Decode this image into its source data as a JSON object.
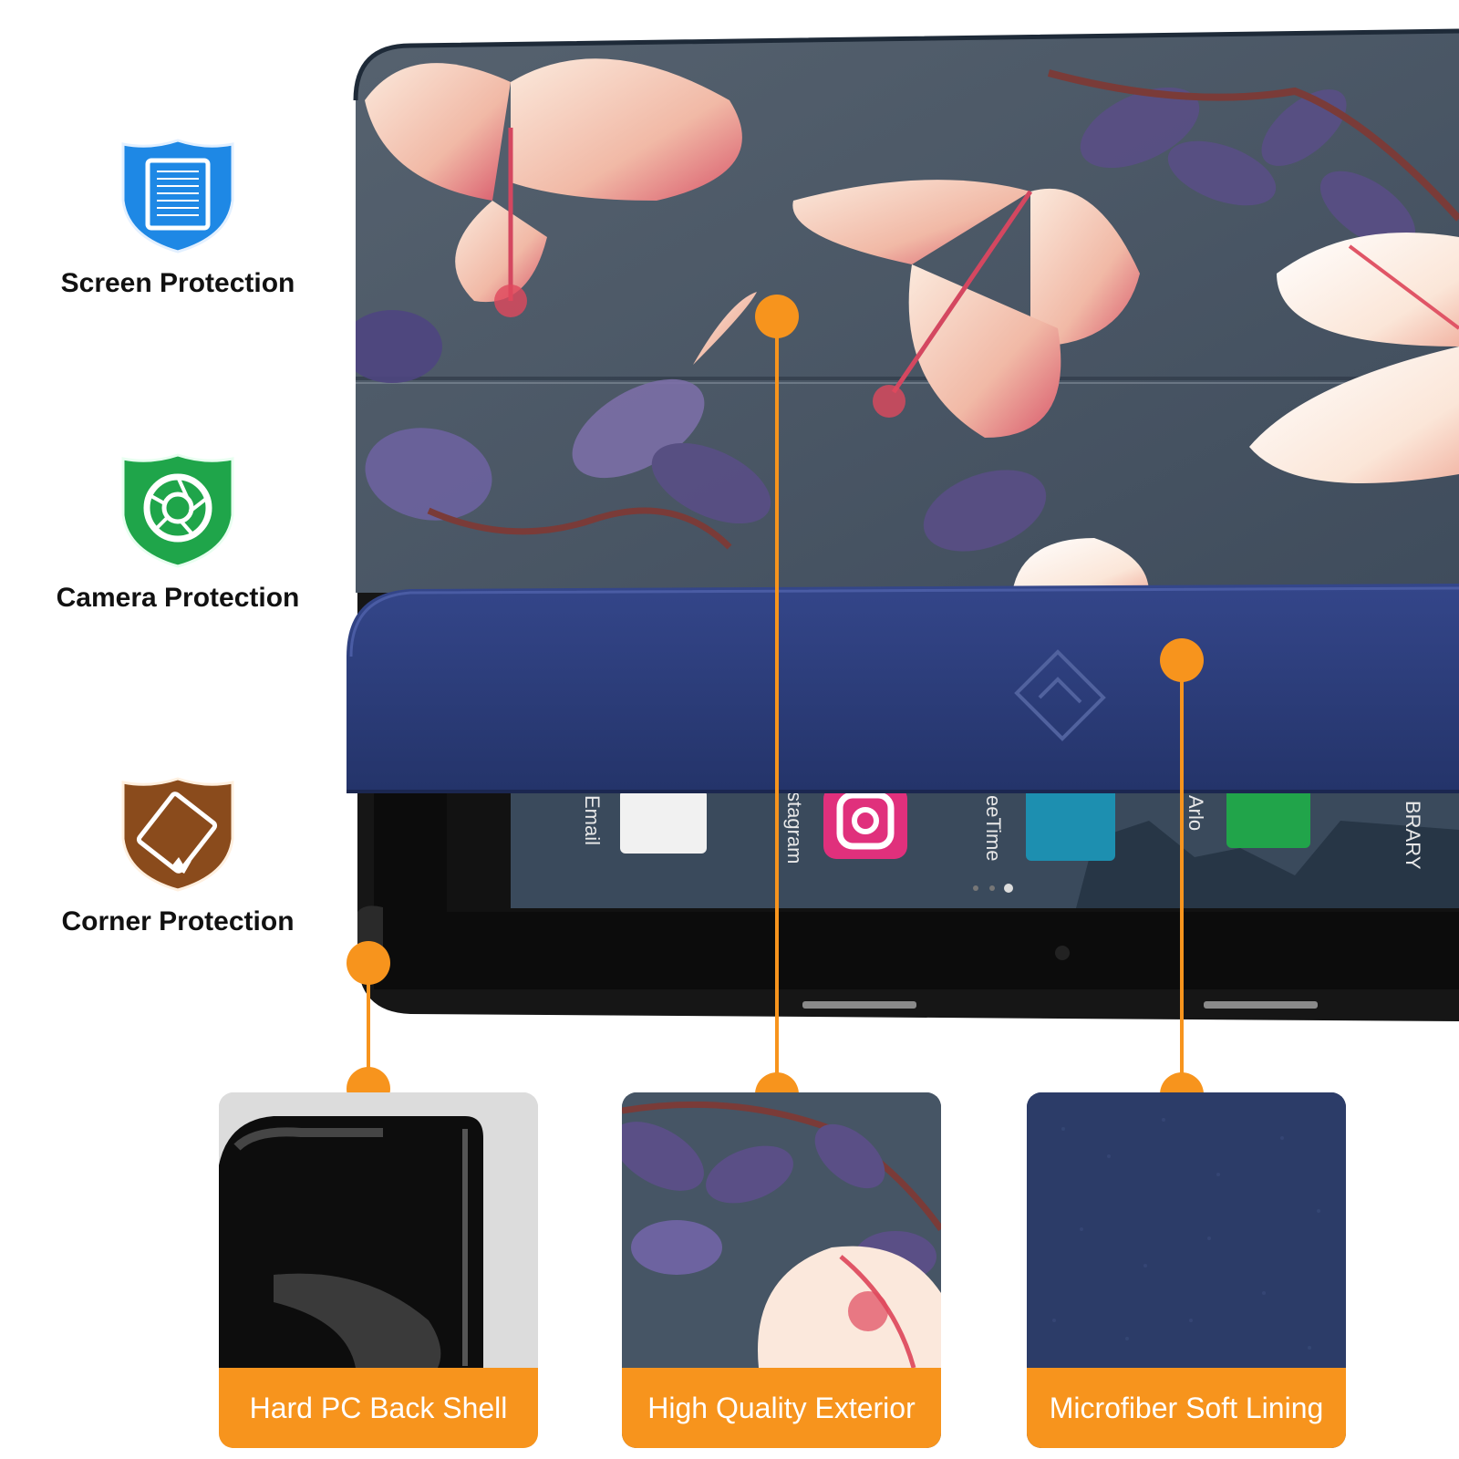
{
  "features": [
    {
      "label": "Screen Protection",
      "icon": "screen-shield-icon",
      "color": "#1e88e5"
    },
    {
      "label": "Camera Protection",
      "icon": "camera-shield-icon",
      "color": "#1fa54a"
    },
    {
      "label": "Corner Protection",
      "icon": "corner-shield-icon",
      "color": "#8a4b1c"
    }
  ],
  "cards": [
    {
      "caption": "Hard PC Back Shell"
    },
    {
      "caption": "High Quality Exterior"
    },
    {
      "caption": "Microfiber Soft Lining"
    }
  ],
  "screen_apps": [
    "Email",
    "stagram",
    "eeTime",
    "Arlo",
    "BRARY"
  ],
  "colors": {
    "accent": "#f7941d",
    "cover_navy": "#2e3f78",
    "cover_print_bg": "#4a5868",
    "shell_black": "#151515"
  }
}
